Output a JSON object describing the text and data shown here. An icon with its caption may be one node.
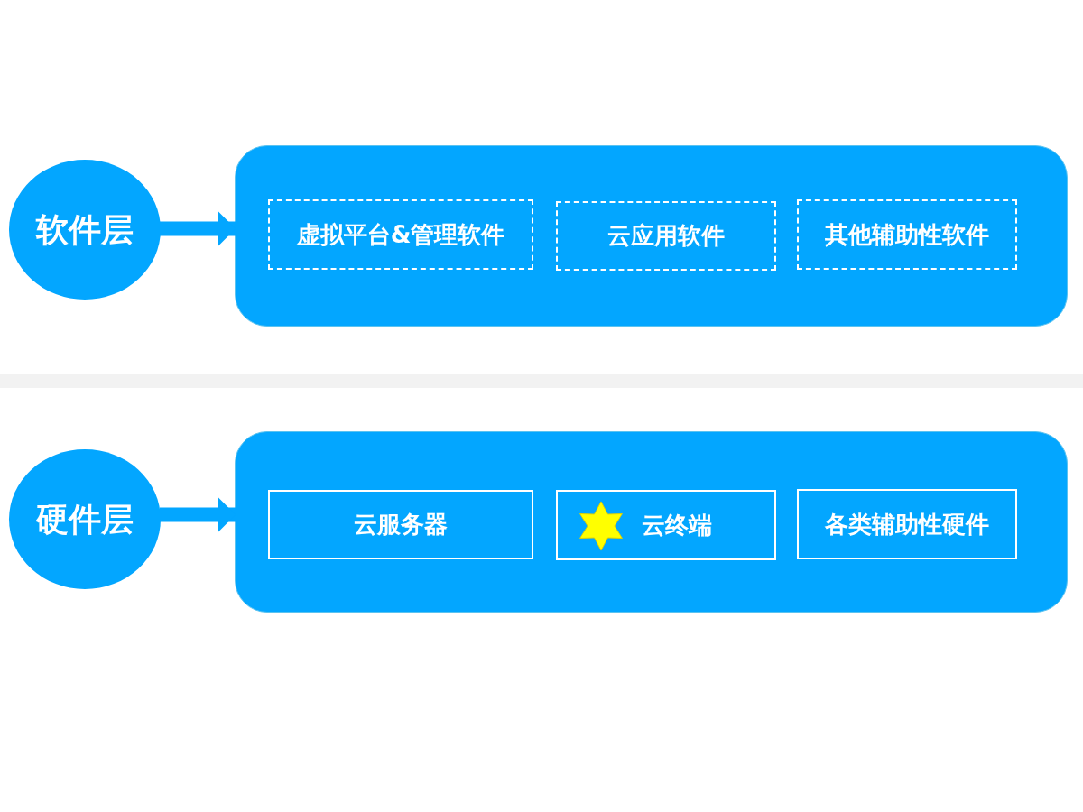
{
  "diagram": {
    "nodes": [
      {
        "text": [
          "软件层"
        ]
      },
      {
        "text": [],
        "shape": "box"
      },
      {
        "text": [
          "虚拟平台&管理软件"
        ],
        "in": 1
      },
      {
        "text": [
          "云应用软件"
        ],
        "in": 1
      },
      {
        "text": [
          "其他辅助性软件"
        ],
        "in": 1
      },
      {
        "text": [],
        "shape": "bar"
      },
      {
        "text": [
          "硬件层"
        ]
      },
      {
        "text": [],
        "shape": "box"
      },
      {
        "text": [
          "云服务器"
        ],
        "in": 7
      },
      {
        "text": [
          "云终端"
        ],
        "in": 7
      },
      {
        "text": [
          "各类辅助性硬件"
        ],
        "in": 7
      }
    ],
    "edges": [
      {
        "from": 0,
        "to": 1,
        "arrow": "to"
      },
      {
        "from": 6,
        "to": 7,
        "arrow": "to"
      }
    ]
  }
}
